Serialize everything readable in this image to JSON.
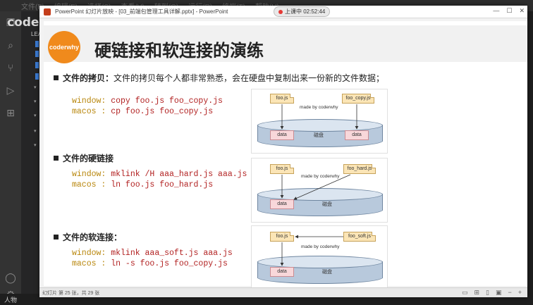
{
  "vscode": {
    "menu": [
      "文件(F)",
      "编辑(E)",
      "选择(S)",
      "查看(V)",
      "转到(G)",
      "运行(R)",
      "终端(T)",
      "帮助(H)"
    ],
    "sidebar_title": "coder",
    "section_label": "LEA",
    "status_label": "人物"
  },
  "ppt_window": {
    "title": "PowerPoint 幻灯片放映 - [03_前端包管理工具详解.pptx] - PowerPoint",
    "recording": "上课中 02:52:44",
    "status": "幻灯片 第 25 张，共 29 张"
  },
  "slide": {
    "logo_text": "coderwhy",
    "title": "硬链接和软连接的演练",
    "sections": [
      {
        "heading": "文件的拷贝：",
        "desc": "文件的拷贝每个人都非常熟悉，会在硬盘中复制出来一份新的文件数据；",
        "code": [
          {
            "kw": "window:",
            "cmd": " copy foo.js foo_copy.js"
          },
          {
            "kw": "macos :",
            "cmd": " cp foo.js foo_copy.js"
          }
        ]
      },
      {
        "heading": "文件的硬链接",
        "desc": "",
        "code": [
          {
            "kw": "window:",
            "cmd": " mklink /H aaa_hard.js aaa.js"
          },
          {
            "kw": "macos :",
            "cmd": " ln foo.js foo_hard.js"
          }
        ]
      },
      {
        "heading": "文件的软连接：",
        "desc": "",
        "code": [
          {
            "kw": "window:",
            "cmd": " mklink aaa_soft.js aaa.js"
          },
          {
            "kw": "macos :",
            "cmd": " ln -s foo.js foo_copy.js"
          }
        ]
      }
    ],
    "diagrams": [
      {
        "file_a": "foo.js",
        "file_b": "foo_copy.js",
        "made_by": "made by coderwhy",
        "data_a": "data",
        "data_b": "data",
        "disk": "磁盘"
      },
      {
        "file_a": "foo.js",
        "file_b": "foo_hard.js",
        "made_by": "made by coderwhy",
        "data_a": "data",
        "disk": "磁盘"
      },
      {
        "file_a": "foo.js",
        "file_b": "foo_soft.js",
        "made_by": "made by coderwhy",
        "data_a": "data",
        "disk": "磁盘"
      }
    ]
  }
}
